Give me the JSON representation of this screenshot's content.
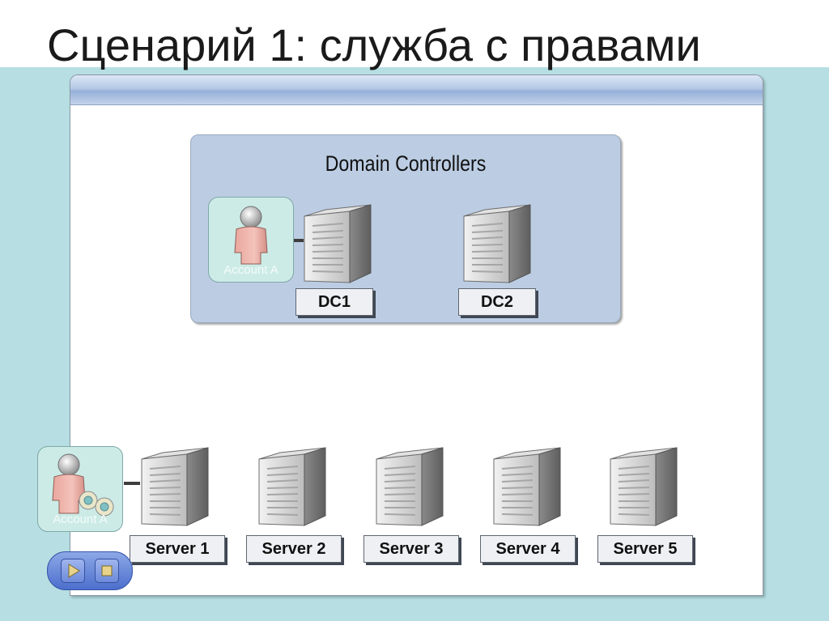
{
  "slide": {
    "title": "Сценарий 1: служба с правами"
  },
  "diagram": {
    "group_title": "Domain Controllers",
    "domain_controllers": [
      {
        "label": "DC1"
      },
      {
        "label": "DC2"
      }
    ],
    "servers": [
      {
        "label": "Server 1"
      },
      {
        "label": "Server 2"
      },
      {
        "label": "Server 3"
      },
      {
        "label": "Server 4"
      },
      {
        "label": "Server 5"
      }
    ],
    "accounts": [
      {
        "label": "Account A",
        "icon": "user-icon",
        "attached_to": "DC1"
      },
      {
        "label": "Account A",
        "icon": "user-service-icon",
        "attached_to": "Server 1"
      }
    ]
  },
  "icons": {
    "server": "server-tower-icon",
    "play": "play-icon",
    "stop": "stop-icon"
  },
  "colors": {
    "band": "#b7dfe3",
    "group_fill": "#bccde3",
    "account_card": "#ccebe6",
    "controls": "#5b7fd6"
  }
}
